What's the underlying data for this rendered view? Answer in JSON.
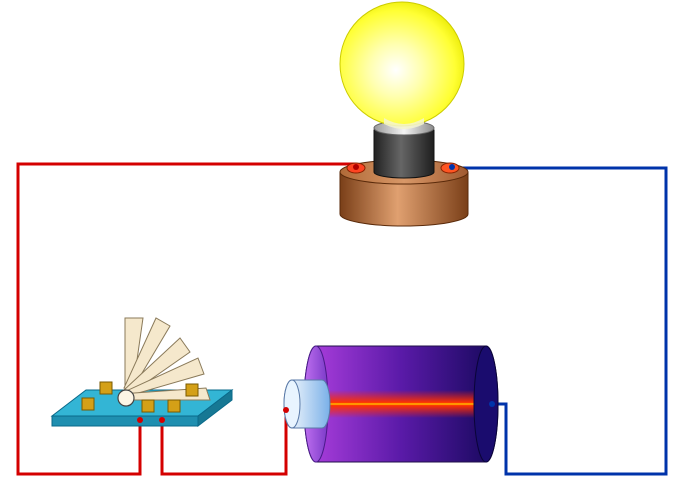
{
  "diagram": {
    "components": {
      "bulb": "light-bulb",
      "switch": "knife-switch",
      "battery": "battery-cell"
    },
    "colors": {
      "background": "#ffffff",
      "wire_positive": "#d40000",
      "wire_negative": "#0033aa",
      "bulb_glass": "#ffff33",
      "bulb_socket": "#3a3a3a",
      "lamp_base": "#b8703c",
      "switch_board": "#33b5d5",
      "switch_blade": "#f5e8cc",
      "switch_contact": "#d4a017",
      "battery_body_left": "#9b2fd6",
      "battery_body_right": "#1a0c6e",
      "battery_band": "#ff2200",
      "battery_terminal": "#cce8ff"
    }
  }
}
